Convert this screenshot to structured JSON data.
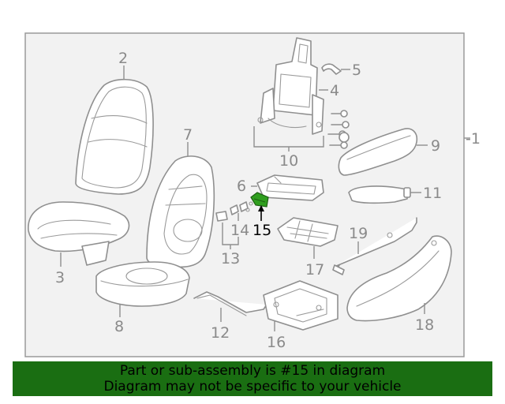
{
  "diagram": {
    "callouts": {
      "c1": "-1",
      "c2": "2",
      "c3": "3",
      "c4": "4",
      "c5": "5",
      "c6": "6",
      "c7": "7",
      "c8": "8",
      "c9": "9",
      "c10": "10",
      "c11": "11",
      "c12": "12",
      "c13": "13",
      "c14": "14",
      "c15": "15",
      "c16": "16",
      "c17": "17",
      "c18": "18",
      "c19": "19"
    },
    "highlight_part": "15",
    "colors": {
      "frame": "#9a9a9a",
      "line_art": "#8f8f8f",
      "highlight_part": "#2f9e1e",
      "banner_background": "#1a6e12",
      "banner_text": "#000000"
    }
  },
  "banner": {
    "line1": "Part or sub-assembly is #15 in diagram",
    "line2": "Diagram may not be specific to your vehicle"
  }
}
